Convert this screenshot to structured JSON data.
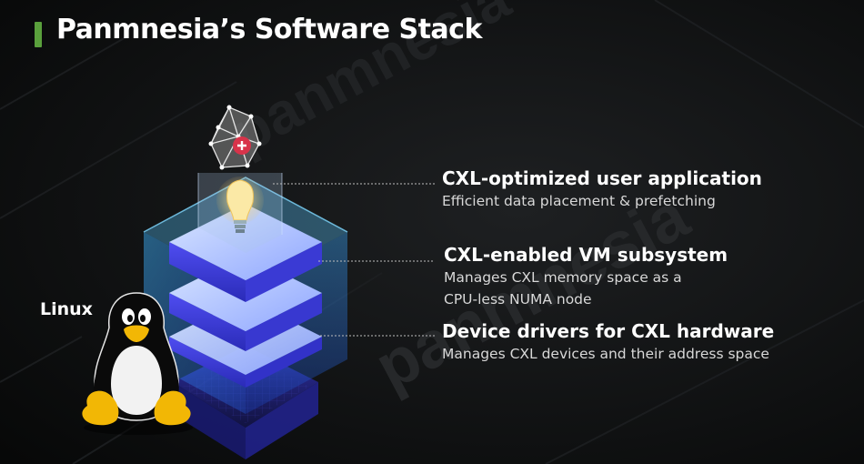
{
  "slide": {
    "title": "Panmnesia’s Software Stack",
    "watermark": "panmnesia",
    "accent_color": "#5aa03c"
  },
  "linux": {
    "label": "Linux",
    "icon": "tux-penguin-icon"
  },
  "stack_icons": {
    "top": "network-polyhedron-icon",
    "app": "lightbulb-icon"
  },
  "layers": [
    {
      "title": "CXL-optimized user application",
      "description": [
        "Efficient data placement & prefetching"
      ]
    },
    {
      "title": "CXL-enabled VM subsystem",
      "description": [
        "Manages CXL memory space as a",
        "CPU-less NUMA node"
      ]
    },
    {
      "title": "Device drivers for CXL hardware",
      "description": [
        "Manages CXL devices and their address space"
      ]
    }
  ]
}
